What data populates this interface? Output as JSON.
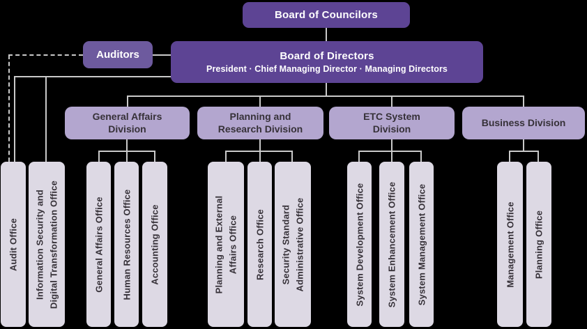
{
  "org": {
    "councilors": {
      "label": "Board of Councilors"
    },
    "directors": {
      "title": "Board of Directors",
      "subtitle": "President · Chief Managing Director · Managing Directors"
    },
    "auditors": {
      "label": "Auditors"
    },
    "divisions": [
      {
        "line1": "General Affairs",
        "line2": "Division"
      },
      {
        "line1": "Planning and",
        "line2": "Research Division"
      },
      {
        "line1": "ETC System",
        "line2": "Division"
      },
      {
        "line1": "Business Division"
      }
    ],
    "offices": [
      {
        "line1": "Audit Office"
      },
      {
        "line1": "Information Security and",
        "line2": "Digital Transformation Office"
      },
      {
        "line1": "General Affairs Office"
      },
      {
        "line1": "Human Resources Office"
      },
      {
        "line1": "Accounting Office"
      },
      {
        "line1": "Planning and External",
        "line2": "Affairs Office"
      },
      {
        "line1": "Research Office"
      },
      {
        "line1": "Security Standard",
        "line2": "Administrative Office"
      },
      {
        "line1": "System Development Office"
      },
      {
        "line1": "System Enhancement Office"
      },
      {
        "line1": "System Management Office"
      },
      {
        "line1": "Management Office"
      },
      {
        "line1": "Planning Office"
      }
    ]
  },
  "colors": {
    "board": "#5d4494",
    "auditors": "#6d5a9e",
    "division": "#b3a6cf",
    "office": "#ddd9e4",
    "line": "#cacaca",
    "text_dark": "#363138",
    "text_light": "#ffffff",
    "background": "#000000"
  }
}
